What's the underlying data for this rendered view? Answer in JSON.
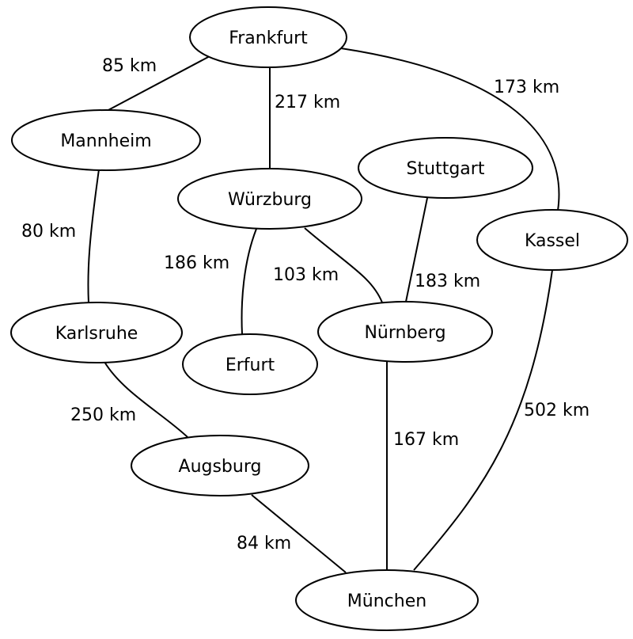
{
  "nodes": {
    "frankfurt": "Frankfurt",
    "mannheim": "Mannheim",
    "wuerzburg": "Würzburg",
    "stuttgart": "Stuttgart",
    "kassel": "Kassel",
    "karlsruhe": "Karlsruhe",
    "erfurt": "Erfurt",
    "nuernberg": "Nürnberg",
    "augsburg": "Augsburg",
    "muenchen": "München"
  },
  "edges": {
    "frankfurt_mannheim": "85 km",
    "frankfurt_wuerzburg": "217 km",
    "frankfurt_kassel": "173 km",
    "mannheim_karlsruhe": "80 km",
    "wuerzburg_erfurt": "186 km",
    "wuerzburg_nuernberg": "103 km",
    "stuttgart_nuernberg": "183 km",
    "karlsruhe_augsburg": "250 km",
    "nuernberg_muenchen": "167 km",
    "kassel_muenchen": "502 km",
    "augsburg_muenchen": "84 km"
  }
}
